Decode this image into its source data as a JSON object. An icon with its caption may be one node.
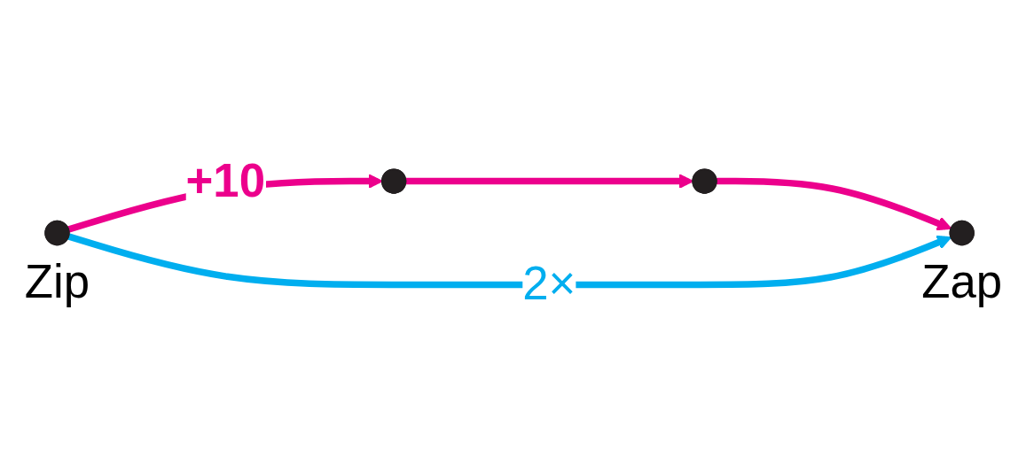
{
  "diagram": {
    "nodes": [
      {
        "text": [],
        "shape": "circle"
      },
      {
        "text": [],
        "shape": "circle"
      },
      {
        "text": [],
        "shape": "circle",
        "beside": [
          "Zip"
        ]
      },
      {
        "text": [],
        "shape": "circle",
        "beside": [
          "Zap"
        ]
      }
    ],
    "edges": [
      {
        "from": 2,
        "to": 0,
        "arrow": "to",
        "label": "+10"
      },
      {
        "from": 0,
        "to": 1,
        "arrow": "to"
      },
      {
        "from": 1,
        "to": 3,
        "arrow": "to"
      },
      {
        "from": 2,
        "to": 3,
        "arrow": "to",
        "label": "2×",
        "color": "#00aeef"
      }
    ]
  }
}
